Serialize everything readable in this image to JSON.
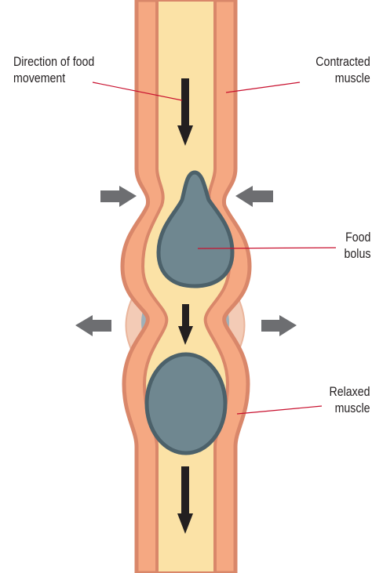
{
  "labels": {
    "direction": {
      "line1": "Direction of food",
      "line2": "movement"
    },
    "contracted": {
      "line1": "Contracted",
      "line2": "muscle"
    },
    "bolus": {
      "line1": "Food",
      "line2": "bolus"
    },
    "relaxed": {
      "line1": "Relaxed",
      "line2": "muscle"
    }
  },
  "colors": {
    "muscle_outer": "#d9876a",
    "muscle_fill": "#f5a882",
    "lumen": "#fbe2a6",
    "bolus_fill": "#6f8790",
    "bolus_outline": "#4c616a",
    "arrow_dark": "#231f20",
    "arrow_gray": "#6d6e71",
    "leader_line": "#c8102e",
    "relaxed_halo": "#f3cbb6",
    "relaxed_gap": "#9fb1ba"
  },
  "icons": {
    "movement_arrow": "arrow-down-icon",
    "squeeze_arrow": "gray-arrow-icon"
  }
}
